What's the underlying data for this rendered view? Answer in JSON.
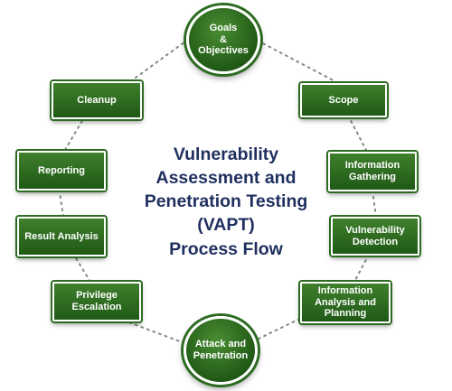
{
  "diagram": {
    "title": "Vulnerability\nAssessment and\nPenetration Testing\n(VAPT)\nProcess Flow",
    "nodes": [
      {
        "id": "goals",
        "label": "Goals\n&\nObjectives",
        "shape": "circle"
      },
      {
        "id": "scope",
        "label": "Scope",
        "shape": "rect"
      },
      {
        "id": "info-gathering",
        "label": "Information\nGathering",
        "shape": "rect"
      },
      {
        "id": "vuln-detection",
        "label": "Vulnerability\nDetection",
        "shape": "rect"
      },
      {
        "id": "info-analysis",
        "label": "Information\nAnalysis and\nPlanning",
        "shape": "rect"
      },
      {
        "id": "attack",
        "label": "Attack and\nPenetration",
        "shape": "circle"
      },
      {
        "id": "privilege",
        "label": "Privilege\nEscalation",
        "shape": "rect"
      },
      {
        "id": "result",
        "label": "Result Analysis",
        "shape": "rect"
      },
      {
        "id": "reporting",
        "label": "Reporting",
        "shape": "rect"
      },
      {
        "id": "cleanup",
        "label": "Cleanup",
        "shape": "rect"
      }
    ],
    "colors": {
      "node_fill": "#2c6b21",
      "node_border": "#ffffff",
      "title_text": "#1f2f5f",
      "connector": "#7f8c7f"
    }
  }
}
